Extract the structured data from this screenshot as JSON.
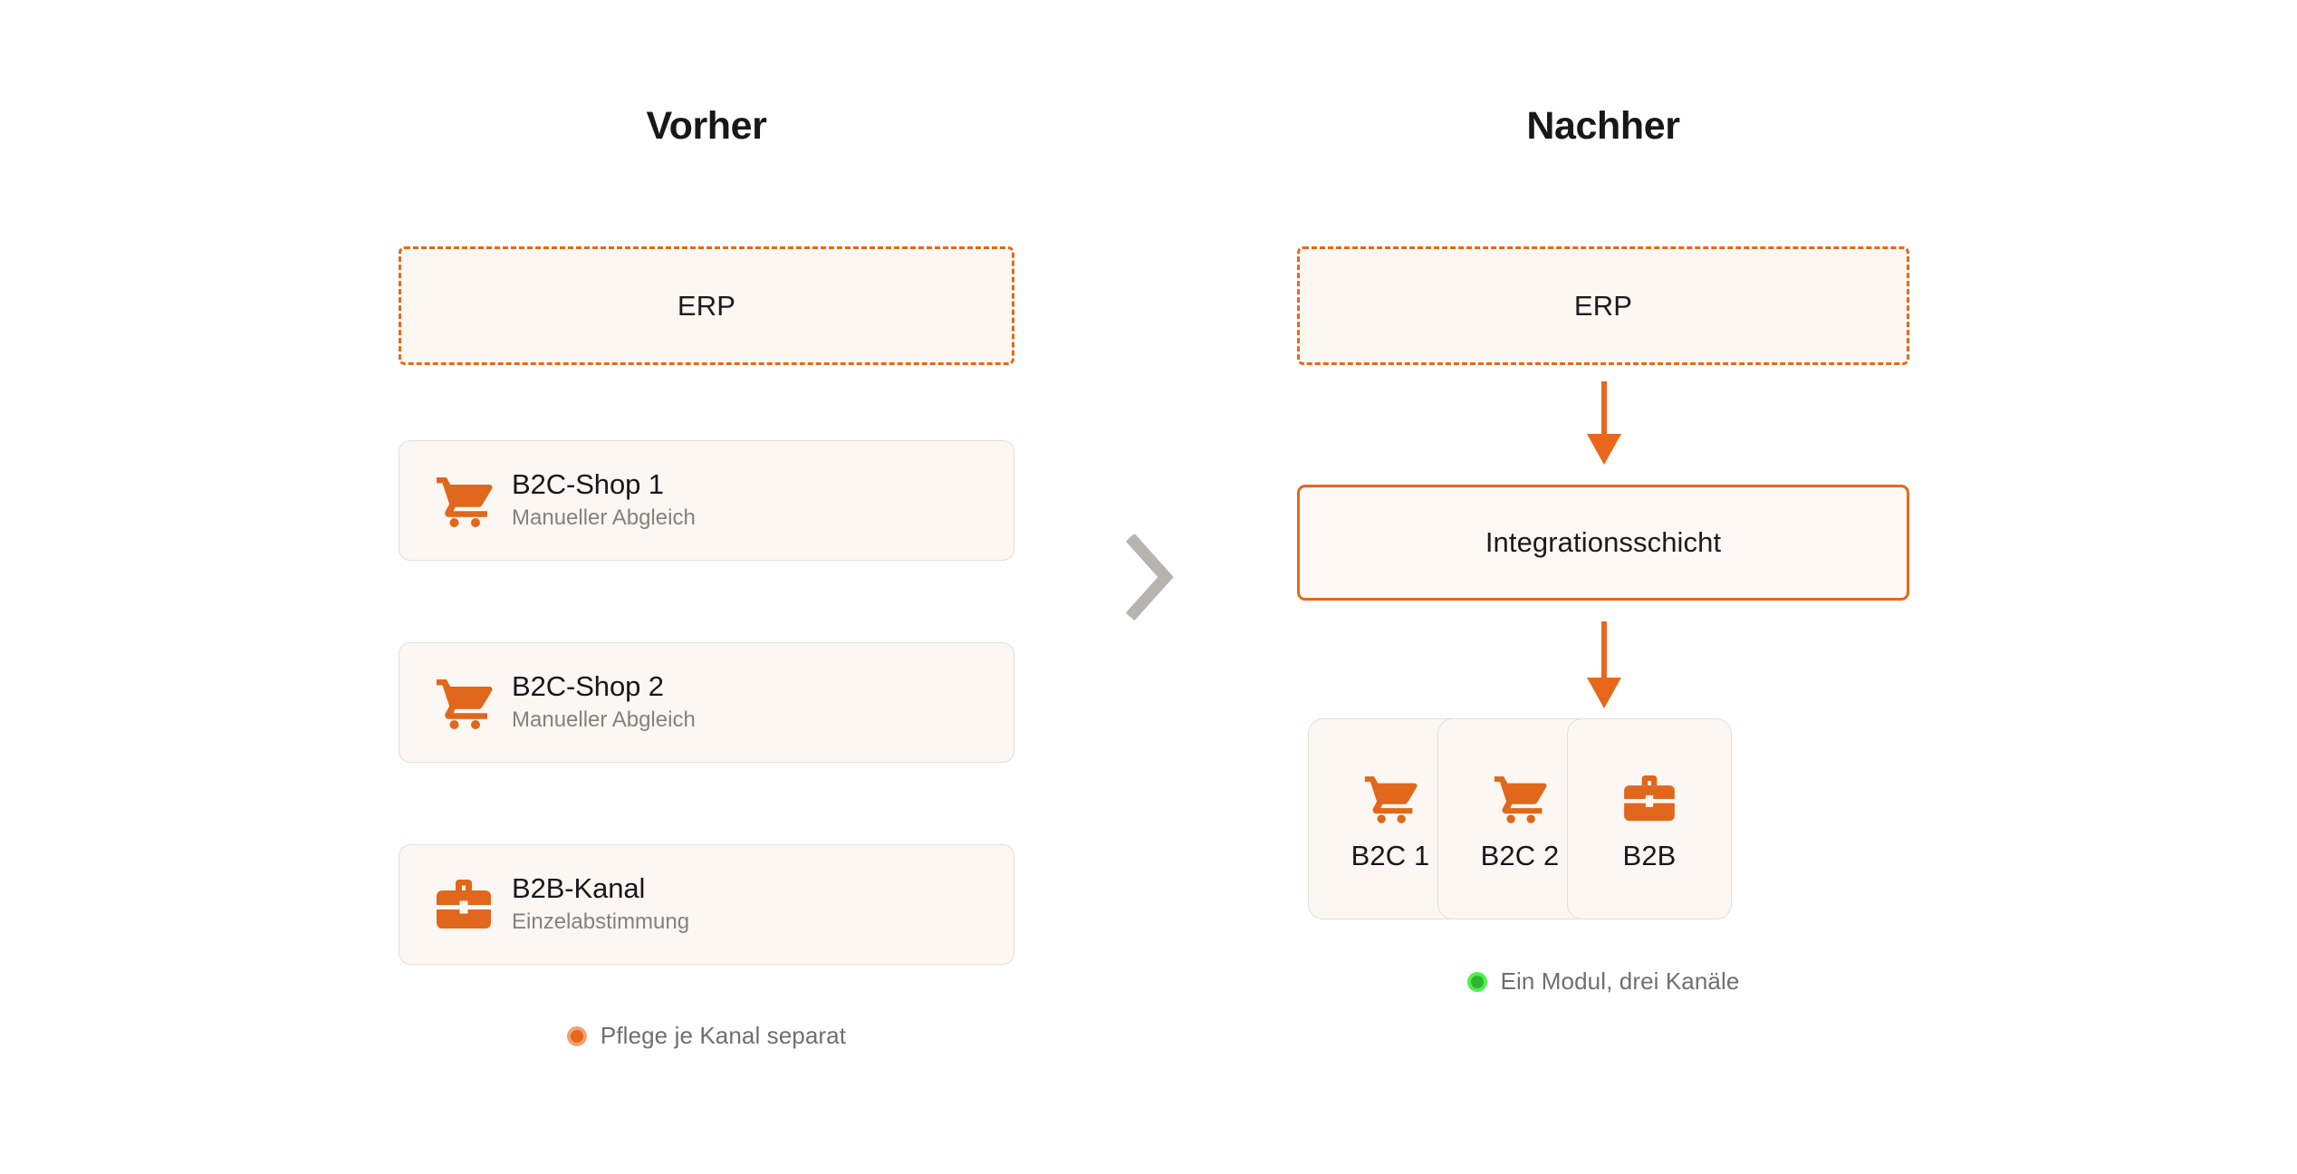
{
  "before": {
    "title": "Vorher",
    "erp": {
      "label": "ERP",
      "icon": "erp-dashed-box"
    },
    "cards": [
      {
        "title": "B2C-Shop 1",
        "subtitle": "Manueller Abgleich",
        "icon": "shopping-cart-icon"
      },
      {
        "title": "B2C-Shop 2",
        "subtitle": "Manueller Abgleich",
        "icon": "shopping-cart-icon"
      },
      {
        "title": "B2B-Kanal",
        "subtitle": "Einzelabstimmung",
        "icon": "briefcase-icon"
      }
    ],
    "note": {
      "text": "Pflege je Kanal separat",
      "dot_color": "#e8671a",
      "dot_ring_color": "#f0a274"
    }
  },
  "after": {
    "title": "Nachher",
    "erp": {
      "label": "ERP",
      "icon": "erp-dashed-box"
    },
    "integration": {
      "label": "Integrationsschicht"
    },
    "arrows": [
      {
        "name": "arrow-erp-to-integration",
        "direction": "down",
        "color": "#e8671a"
      },
      {
        "name": "arrow-integration-to-channels",
        "direction": "down",
        "color": "#e8671a"
      }
    ],
    "tiles": [
      {
        "label": "B2C 1",
        "icon": "shopping-cart-icon"
      },
      {
        "label": "B2C 2",
        "icon": "shopping-cart-icon"
      },
      {
        "label": "B2B",
        "icon": "briefcase-icon"
      }
    ],
    "note": {
      "text": "Ein Modul, drei Kanäle",
      "dot_color": "#2db52d",
      "dot_ring_color": "#4ef04e"
    }
  },
  "divider": {
    "icon": "chevron-right-icon",
    "color": "#b9b3ad"
  },
  "colors": {
    "accent_orange": "#e8671a",
    "card_background": "#fcf7f2",
    "card_border": "#e2dfdb",
    "title_text": "#18181a",
    "muted_text": "#84817e",
    "note_text": "#6f6f71",
    "page_background": "#ffffff"
  }
}
